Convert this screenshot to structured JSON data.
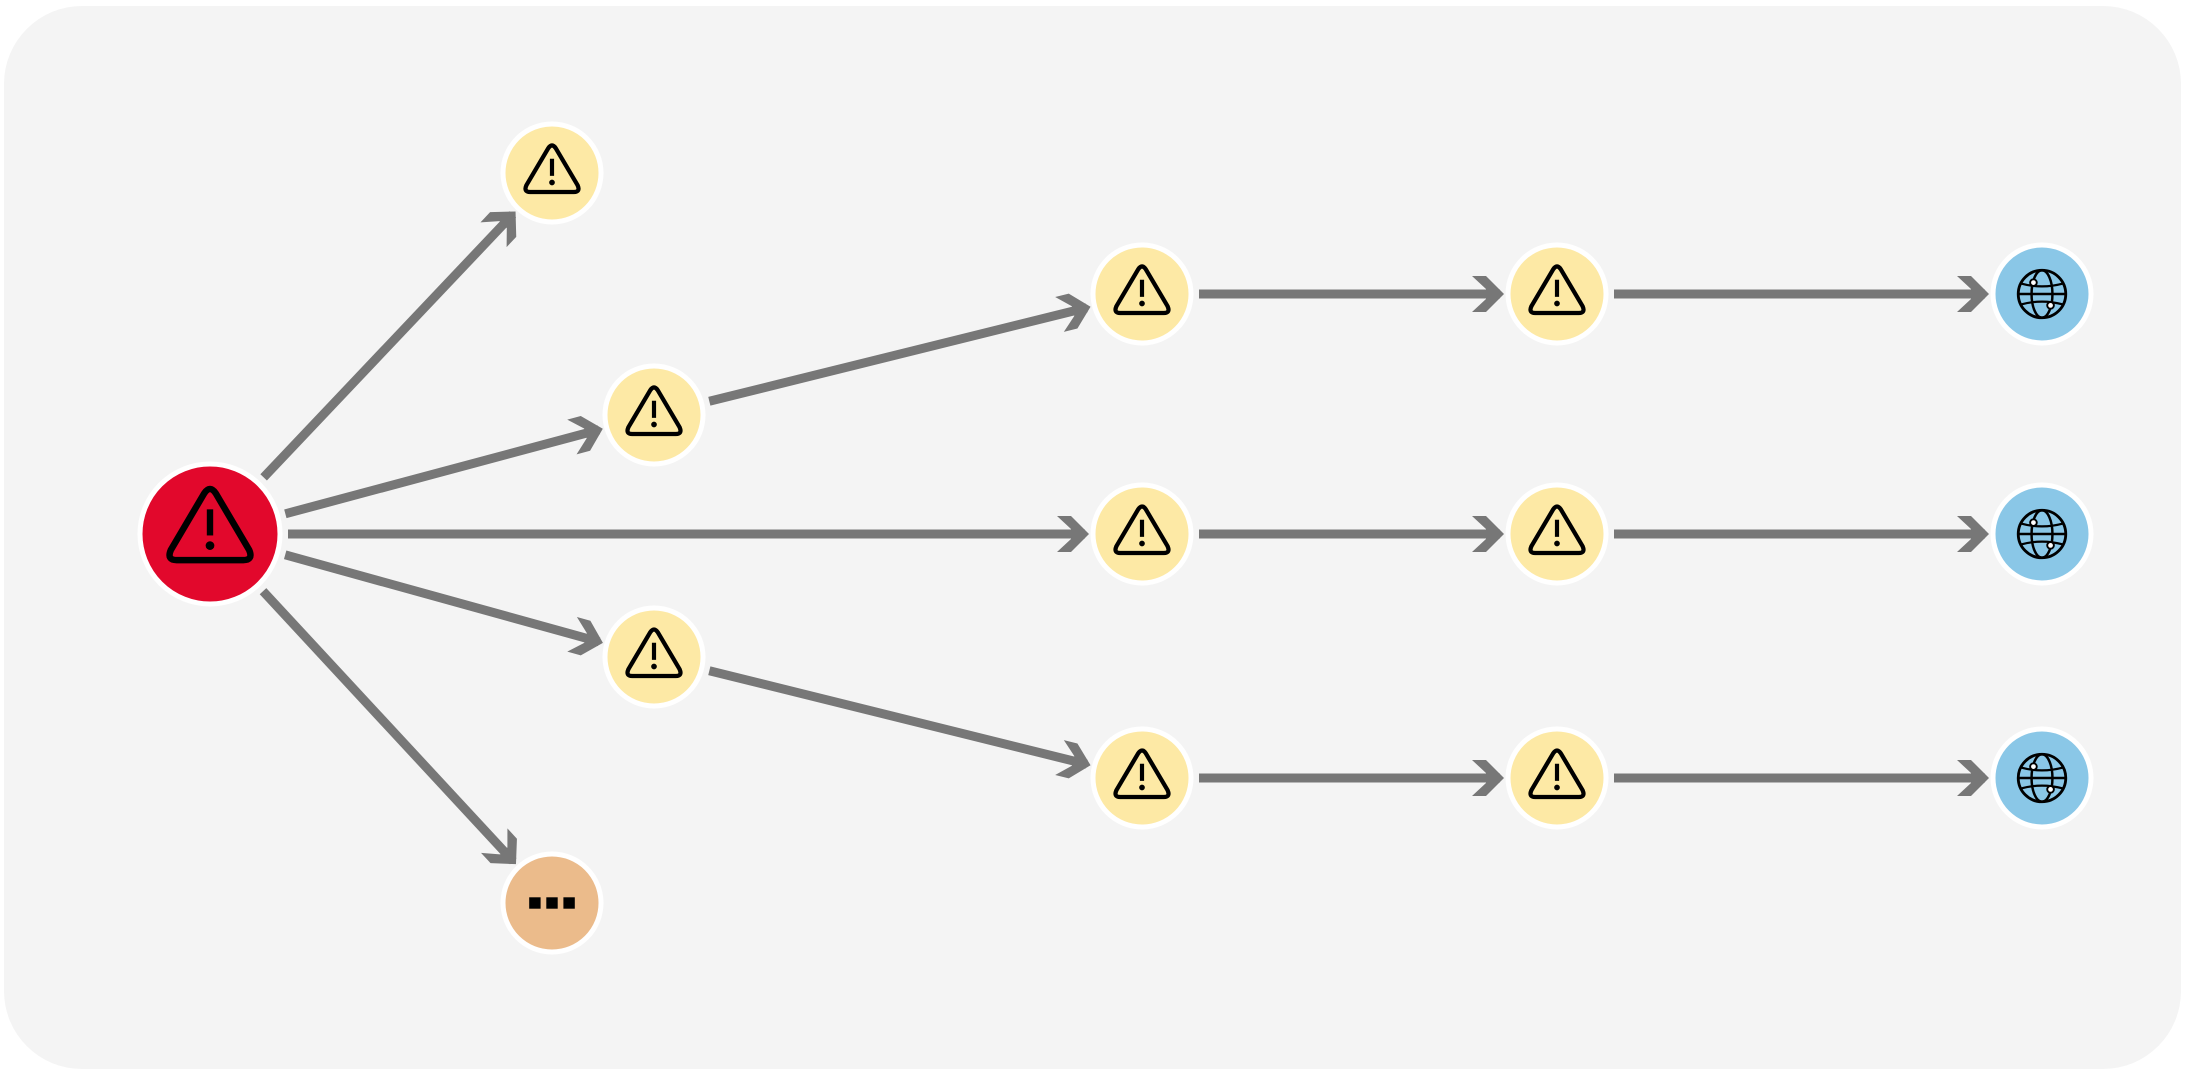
{
  "colors": {
    "panel_bg": "#f4f4f4",
    "edge": "#777777",
    "root_fill": "#e2082c",
    "warning_fill": "#fde9a5",
    "more_fill": "#ebbb8b",
    "globe_fill": "#8ac7e7",
    "node_border": "#ffffff",
    "icon_stroke": "#000000"
  },
  "diagram": {
    "nodes": [
      {
        "id": "root",
        "kind": "root-alert",
        "icon": "warning-triangle-icon"
      },
      {
        "id": "w-top",
        "kind": "warning",
        "icon": "warning-triangle-icon"
      },
      {
        "id": "w-upper",
        "kind": "warning",
        "icon": "warning-triangle-icon"
      },
      {
        "id": "w-lower",
        "kind": "warning",
        "icon": "warning-triangle-icon"
      },
      {
        "id": "more",
        "kind": "more",
        "icon": "ellipsis-icon"
      },
      {
        "id": "a1",
        "kind": "warning",
        "icon": "warning-triangle-icon"
      },
      {
        "id": "a2",
        "kind": "warning",
        "icon": "warning-triangle-icon"
      },
      {
        "id": "a3",
        "kind": "globe",
        "icon": "globe-icon"
      },
      {
        "id": "b1",
        "kind": "warning",
        "icon": "warning-triangle-icon"
      },
      {
        "id": "b2",
        "kind": "warning",
        "icon": "warning-triangle-icon"
      },
      {
        "id": "b3",
        "kind": "globe",
        "icon": "globe-icon"
      },
      {
        "id": "c1",
        "kind": "warning",
        "icon": "warning-triangle-icon"
      },
      {
        "id": "c2",
        "kind": "warning",
        "icon": "warning-triangle-icon"
      },
      {
        "id": "c3",
        "kind": "globe",
        "icon": "globe-icon"
      }
    ],
    "edges": [
      {
        "from": "root",
        "to": "w-top"
      },
      {
        "from": "root",
        "to": "w-upper"
      },
      {
        "from": "root",
        "to": "b1"
      },
      {
        "from": "root",
        "to": "w-lower"
      },
      {
        "from": "root",
        "to": "more"
      },
      {
        "from": "w-upper",
        "to": "a1"
      },
      {
        "from": "w-lower",
        "to": "c1"
      },
      {
        "from": "a1",
        "to": "a2"
      },
      {
        "from": "a2",
        "to": "a3"
      },
      {
        "from": "b1",
        "to": "b2"
      },
      {
        "from": "b2",
        "to": "b3"
      },
      {
        "from": "c1",
        "to": "c2"
      },
      {
        "from": "c2",
        "to": "c3"
      }
    ]
  }
}
